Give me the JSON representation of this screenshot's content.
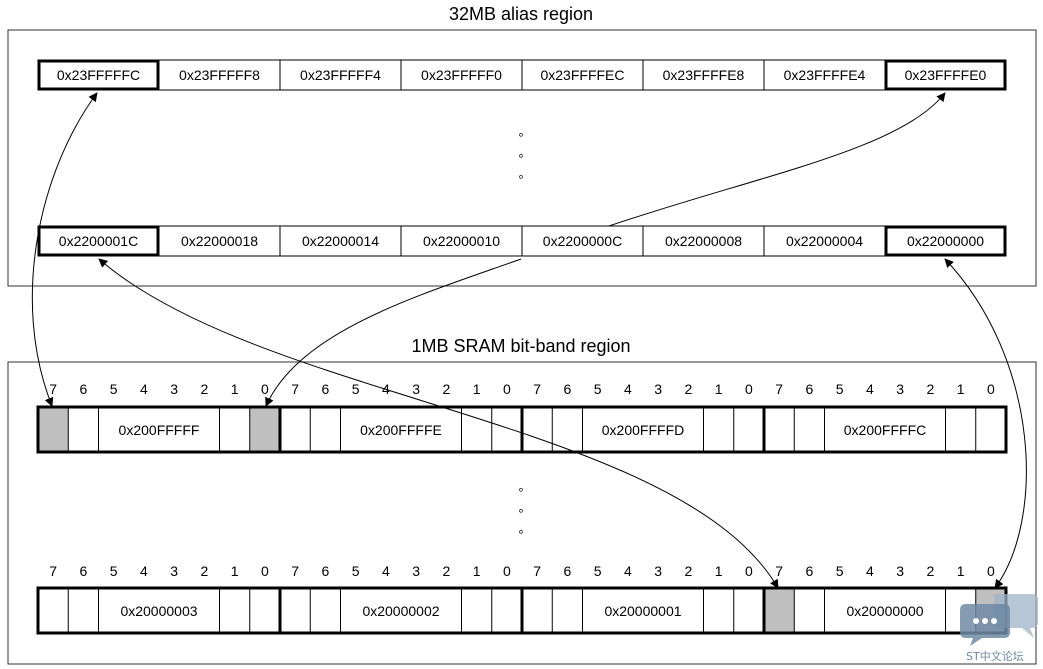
{
  "titles": {
    "alias": "32MB alias region",
    "sram": "1MB SRAM bit-band region"
  },
  "alias_rows": [
    [
      "0x23FFFFFC",
      "0x23FFFFF8",
      "0x23FFFFF4",
      "0x23FFFFF0",
      "0x23FFFFEC",
      "0x23FFFFE8",
      "0x23FFFFE4",
      "0x23FFFFE0"
    ],
    [
      "0x2200001C",
      "0x22000018",
      "0x22000014",
      "0x22000010",
      "0x2200000C",
      "0x22000008",
      "0x22000004",
      "0x22000000"
    ]
  ],
  "alias_bold_cells": [
    0,
    7
  ],
  "sram_rows": [
    {
      "bytes": [
        "0x200FFFFF",
        "0x200FFFFE",
        "0x200FFFFD",
        "0x200FFFFC"
      ],
      "shaded_bits": [
        [
          0,
          7
        ],
        [
          0,
          0
        ]
      ]
    },
    {
      "bytes": [
        "0x20000003",
        "0x20000002",
        "0x20000001",
        "0x20000000"
      ],
      "shaded_bits": [
        [
          3,
          7
        ],
        [
          3,
          0
        ]
      ]
    }
  ],
  "bit_labels": [
    "7",
    "6",
    "5",
    "4",
    "3",
    "2",
    "1",
    "0"
  ],
  "ellipsis": "°",
  "watermark": {
    "text": "ST中文论坛",
    "icon": "chat-bubble-icon",
    "color": "#6f8aa3"
  },
  "colors": {
    "shade": "#c0c0c0",
    "line": "#000000",
    "frame": "#333333"
  }
}
